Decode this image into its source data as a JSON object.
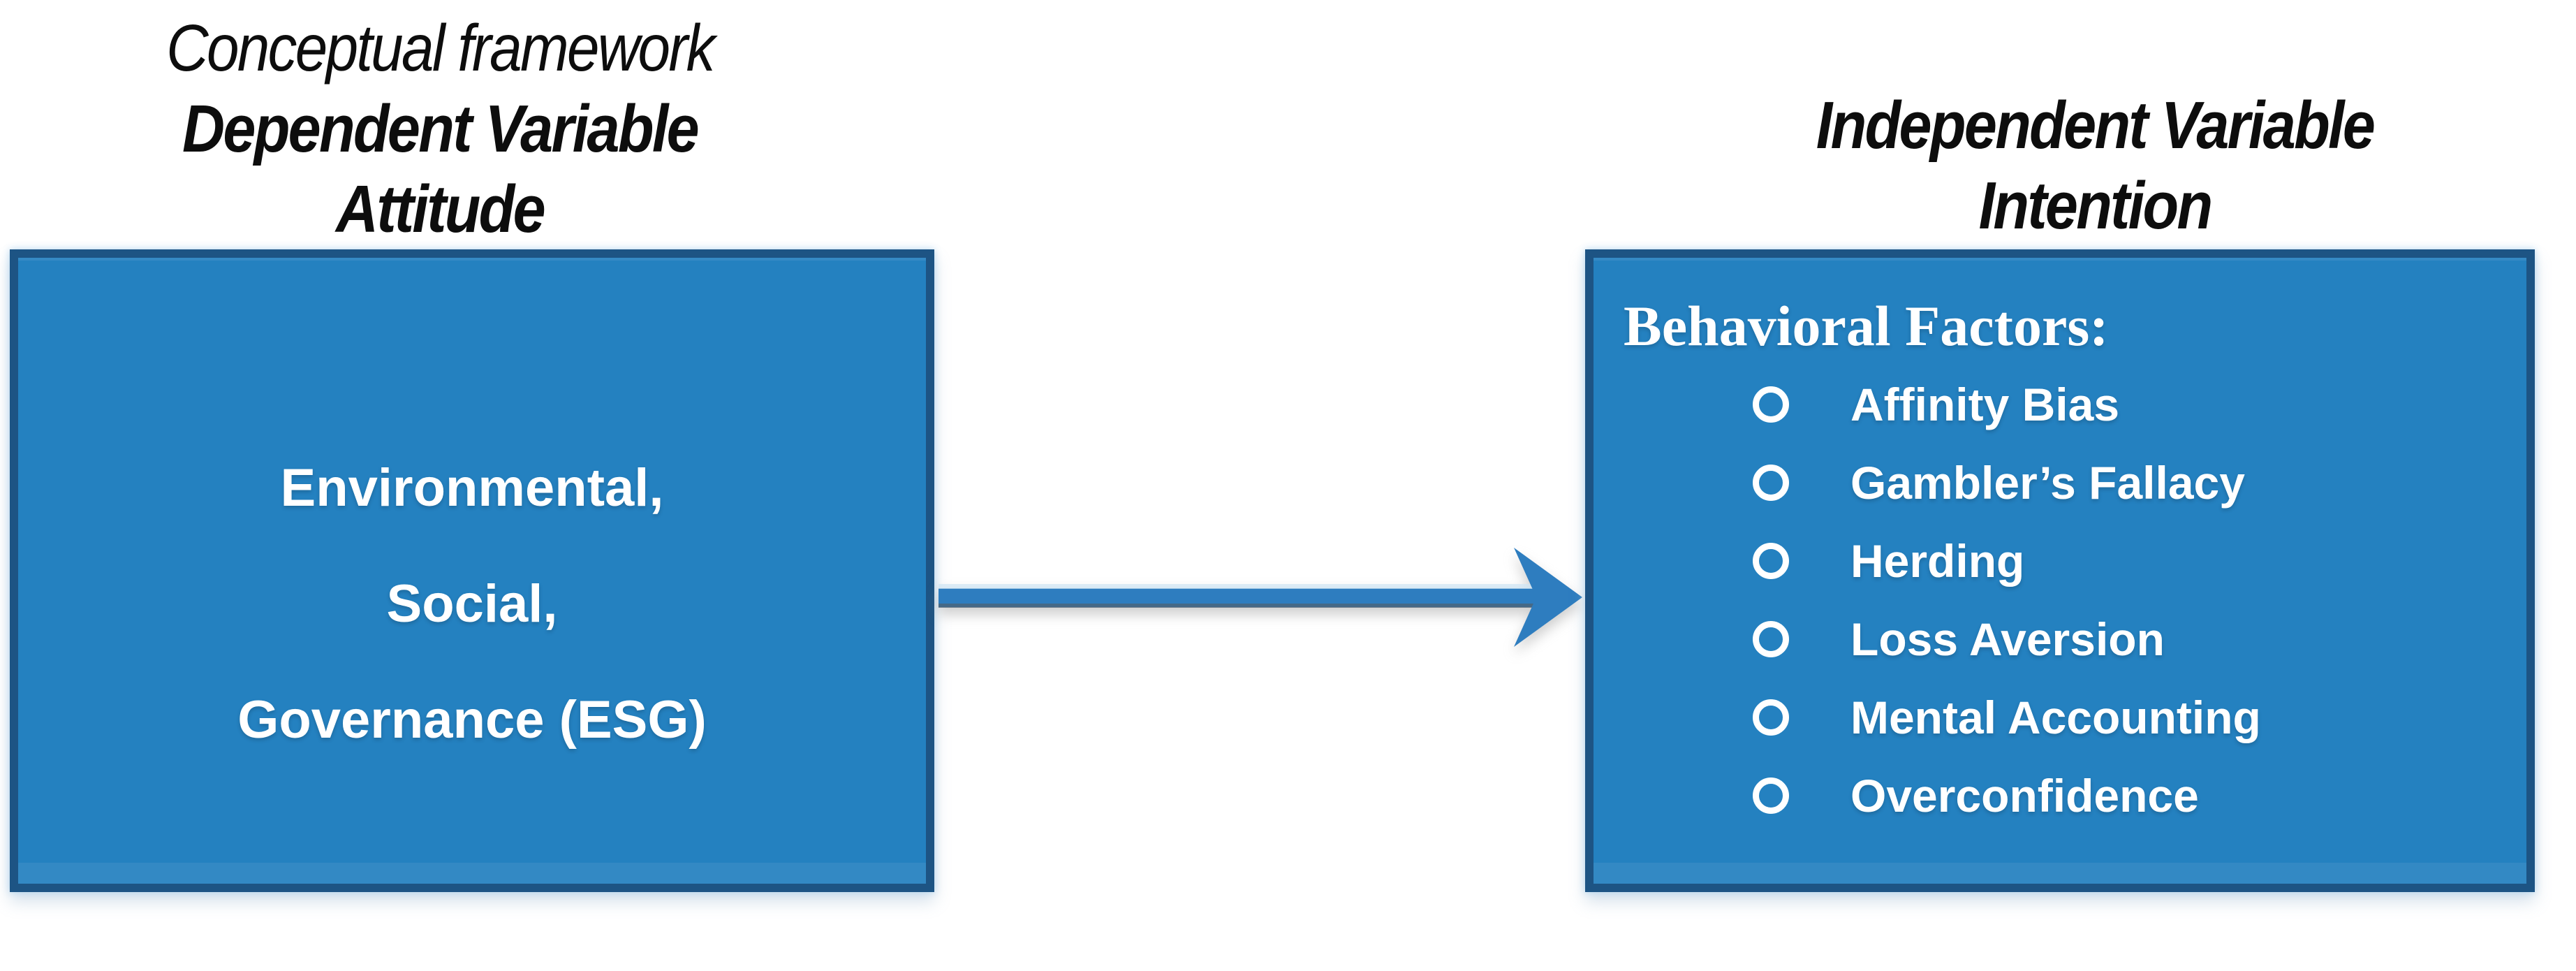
{
  "title": "Conceptual framework",
  "left": {
    "heading_line1": "Dependent Variable",
    "heading_line2": "Attitude",
    "box_lines": [
      "Environmental,",
      "Social,",
      "Governance (ESG)"
    ]
  },
  "right": {
    "heading_line1": "Independent Variable",
    "heading_line2": "Intention",
    "box_heading": "Behavioral Factors:",
    "items": [
      "Affinity Bias",
      "Gambler’s Fallacy",
      "Herding",
      "Loss Aversion",
      "Mental Accounting",
      "Overconfidence"
    ]
  },
  "arrow": {
    "direction": "left-to-right"
  },
  "colors": {
    "box_fill": "#2481c0",
    "box_border": "#1d5484",
    "arrow": "#2e7dbf",
    "arrow_shade": "#4e6374",
    "text_on_box": "#ffffff",
    "heading_text": "#0d0d0d"
  }
}
